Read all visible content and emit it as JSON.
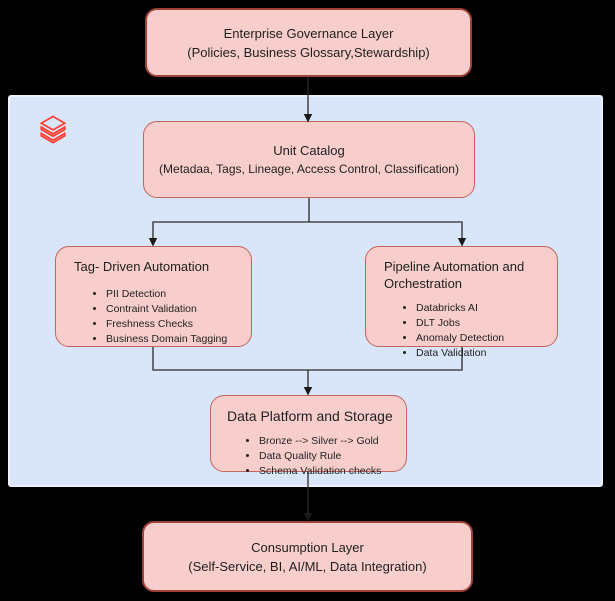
{
  "colors": {
    "page_background": "#000000",
    "container_fill": "#d9e5f8",
    "container_border": "#ecf1fc",
    "node_fill": "#f7cecc",
    "node_border": "#b85450",
    "text": "#1f1f1f",
    "databricks_logo_red": "#ff3a2c",
    "connector": "#2a2a2a"
  },
  "icons": {
    "databricks_logo": "databricks-stacked-layers-icon"
  },
  "nodes": {
    "governance": {
      "title": "Enterprise Governance Layer",
      "subtitle": "(Policies, Business Glossary,Stewardship)"
    },
    "unit_catalog": {
      "title": "Unit Catalog",
      "subtitle": "(Metadaa, Tags, Lineage, Access Control, Classification)"
    },
    "tag_automation": {
      "title": "Tag- Driven Automation",
      "bullets": [
        "PII Detection",
        "Contraint Validation",
        "Freshness Checks",
        "Business Domain Tagging"
      ]
    },
    "pipeline_automation": {
      "title": "Pipeline Automation and Orchestration",
      "bullets": [
        "Databricks AI",
        "DLT Jobs",
        "Anomaly Detection",
        "Data Validation"
      ]
    },
    "data_platform": {
      "title": "Data Platform and Storage",
      "bullets": [
        "Bronze --> Silver --> Gold",
        "Data Quality Rule",
        "Schema Validation checks"
      ]
    },
    "consumption": {
      "title": "Consumption Layer",
      "subtitle": "(Self-Service, BI, AI/ML, Data Integration)"
    }
  }
}
